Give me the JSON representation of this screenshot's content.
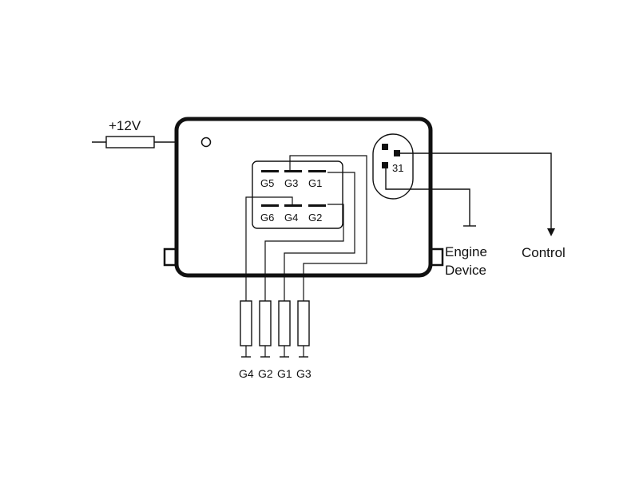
{
  "supply": {
    "label": "+12V"
  },
  "connector_top": {
    "pins": [
      "G5",
      "G3",
      "G1"
    ]
  },
  "connector_bottom": {
    "pins": [
      "G6",
      "G4",
      "G2"
    ]
  },
  "plug": {
    "pin_label": "31"
  },
  "engine": {
    "line1": "Engine",
    "line2": "Device"
  },
  "control": {
    "label": "Control"
  },
  "resistors": {
    "labels": [
      "G4",
      "G2",
      "G1",
      "G3"
    ]
  }
}
